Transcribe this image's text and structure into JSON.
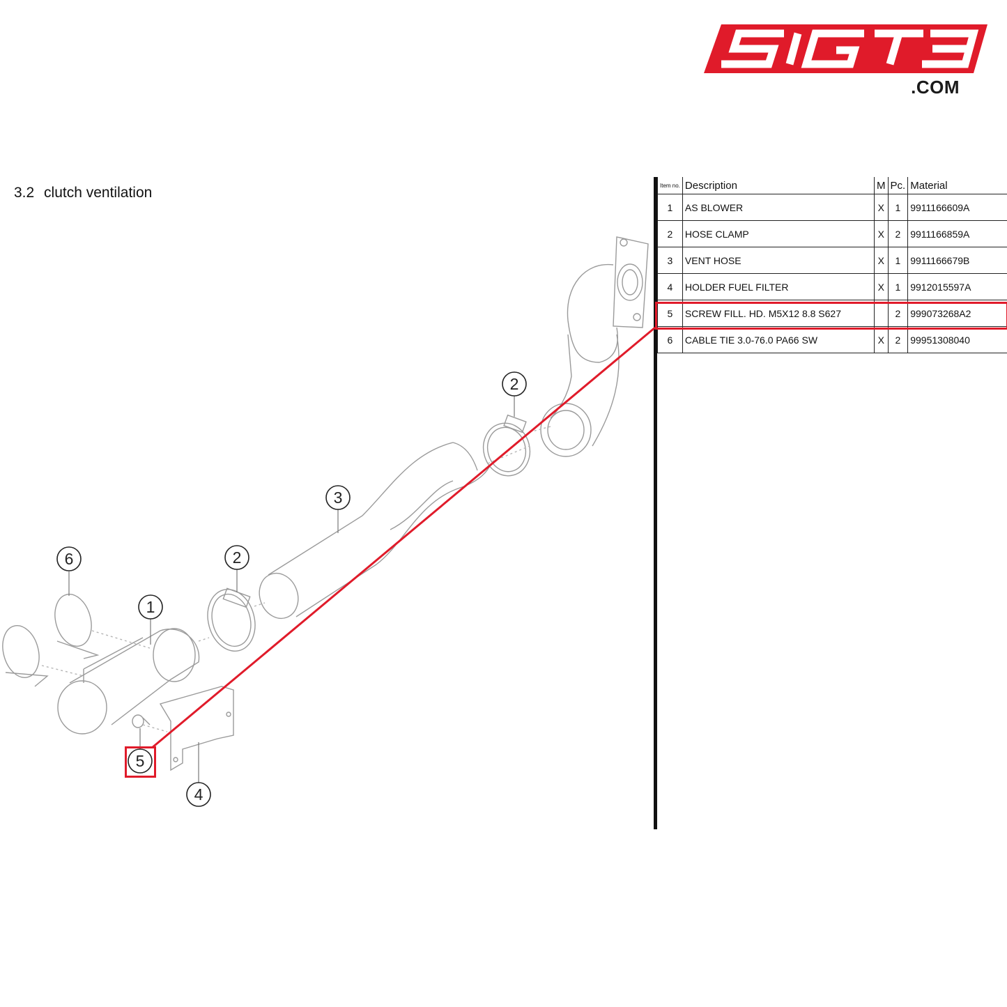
{
  "logo": {
    "brand_text": "SIGT3",
    "domain_suffix": ".COM",
    "brand_color": "#e01b2a"
  },
  "section": {
    "number": "3.2",
    "title": "clutch ventilation"
  },
  "parts_table": {
    "headers": {
      "item": "Item no.",
      "description": "Description",
      "m": "M",
      "pc": "Pc.",
      "material": "Material"
    },
    "rows": [
      {
        "item": "1",
        "description": "AS BLOWER",
        "m": "X",
        "pc": "1",
        "material": "9911166609A"
      },
      {
        "item": "2",
        "description": "HOSE CLAMP",
        "m": "X",
        "pc": "2",
        "material": "9911166859A"
      },
      {
        "item": "3",
        "description": "VENT HOSE",
        "m": "X",
        "pc": "1",
        "material": "9911166679B"
      },
      {
        "item": "4",
        "description": "HOLDER FUEL FILTER",
        "m": "X",
        "pc": "1",
        "material": "9912015597A"
      },
      {
        "item": "5",
        "description": "SCREW FILL. HD. M5X12 8.8 S627",
        "m": "",
        "pc": "2",
        "material": "999073268A2"
      },
      {
        "item": "6",
        "description": "CABLE TIE 3.0-76.0 PA66 SW",
        "m": "X",
        "pc": "2",
        "material": "99951308040"
      }
    ],
    "highlighted_item": "5",
    "highlight_color": "#e01b2a"
  },
  "diagram": {
    "callouts": {
      "c1": "1",
      "c2a": "2",
      "c2b": "2",
      "c3": "3",
      "c4": "4",
      "c5": "5",
      "c6": "6"
    }
  }
}
